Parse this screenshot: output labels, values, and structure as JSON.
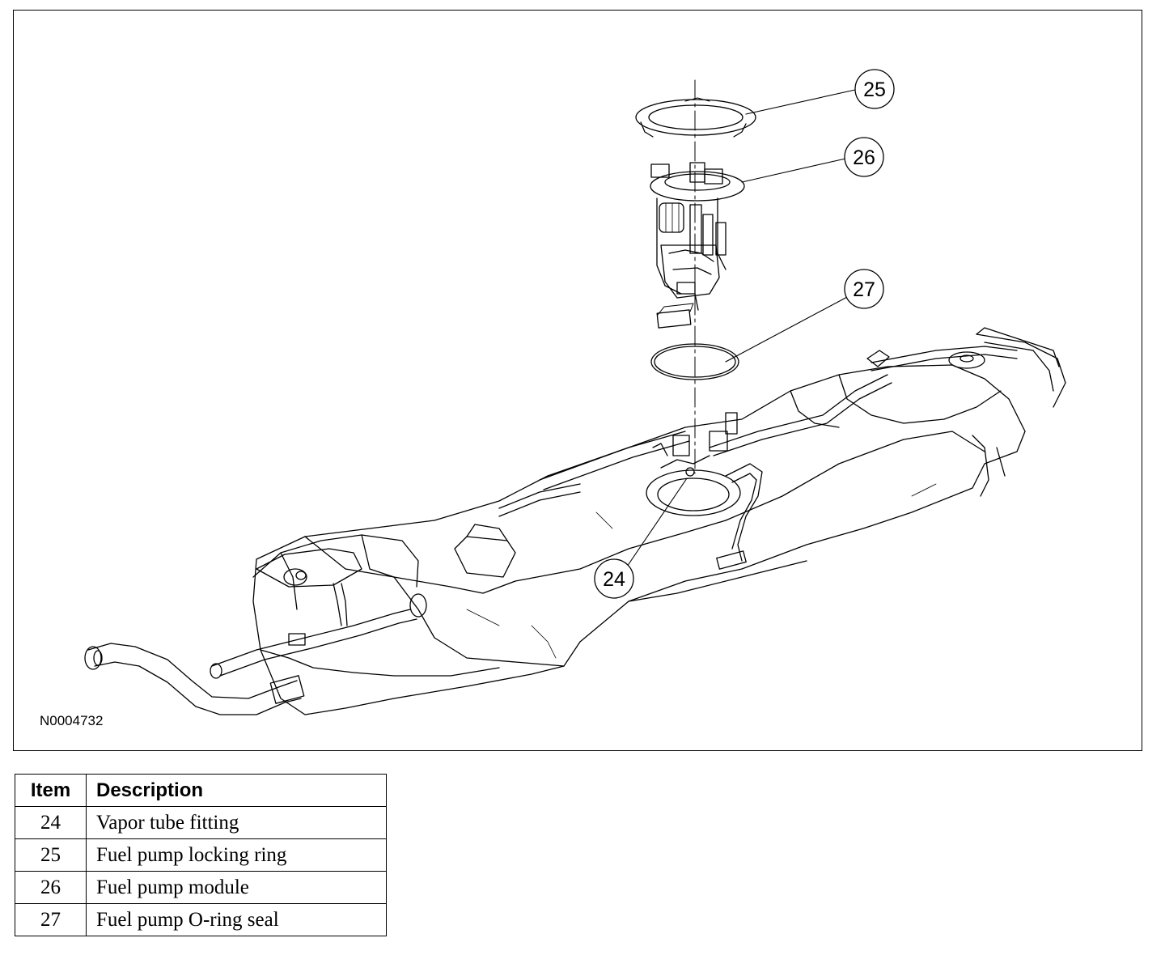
{
  "figure": {
    "code": "N0004732",
    "callouts": [
      {
        "id": "24"
      },
      {
        "id": "25"
      },
      {
        "id": "26"
      },
      {
        "id": "27"
      }
    ]
  },
  "table": {
    "headers": {
      "item": "Item",
      "description": "Description"
    },
    "rows": [
      {
        "item": "24",
        "description": "Vapor tube fitting"
      },
      {
        "item": "25",
        "description": "Fuel pump locking ring"
      },
      {
        "item": "26",
        "description": "Fuel pump module"
      },
      {
        "item": "27",
        "description": "Fuel pump O-ring seal"
      }
    ]
  }
}
